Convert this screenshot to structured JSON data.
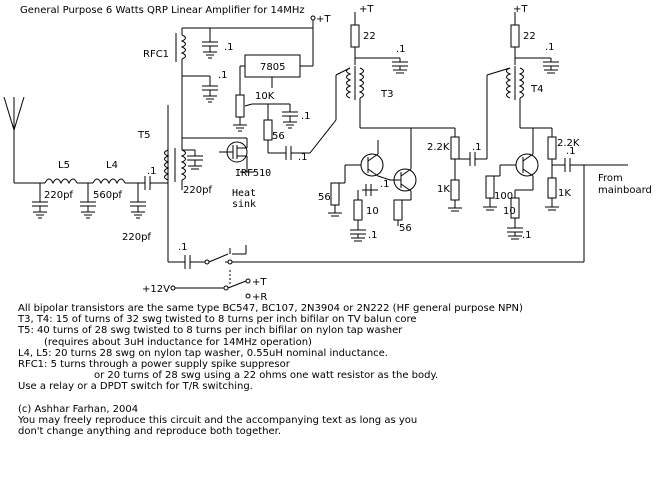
{
  "title": "General Purpose 6 Watts QRP Linear Amplifier for 14MHz",
  "labels": {
    "plus_t": "+T",
    "plus_r": "+R",
    "plus_12v": "+12V",
    "rfc1": "RFC1",
    "reg": "7805",
    "pot": "10K",
    "r56_gate": "56",
    "t5": "T5",
    "mosfet": "IRF510",
    "heatsink_1": "Heat",
    "heatsink_2": "sink",
    "t3": "T3",
    "t4": "T4",
    "r22": "22",
    "r22k": "2.2K",
    "r1k": "1K",
    "r56": "56",
    "r10": "10",
    "r100": "100",
    "c01": ".1",
    "l5": "L5",
    "l4": "L4",
    "c220": "220pf",
    "c560": "560pf",
    "from_mainboard_1": "From",
    "from_mainboard_2": "mainboard"
  },
  "notes": {
    "line1": "All bipolar transistors are the same type BC547, BC107, 2N3904 or 2N222 (HF general purpose NPN)",
    "line2": "T3, T4: 15 of turns of 32 swg twisted to 8 turns per inch bifilar on TV balun core",
    "line3": "T5: 40 turns of 28 swg twisted to 8 turns per inch bifilar on nylon tap washer",
    "line4": "(requires about 3uH inductance for 14MHz operation)",
    "line5": "L4, L5: 20 turns 28 swg on nylon tap washer, 0.55uH nominal inductance.",
    "line6": "RFC1: 5 turns through a power supply spike suppresor",
    "line7": "or 20 turns of 28 swg using a 22 ohms one watt resistor as the body.",
    "line8": "Use a relay or a DPDT switch for T/R switching.",
    "line9": "(c) Ashhar Farhan, 2004",
    "line10": "You may freely reproduce this circuit and the accompanying text as long as you",
    "line11": "don't change anything and reproduce both together."
  }
}
